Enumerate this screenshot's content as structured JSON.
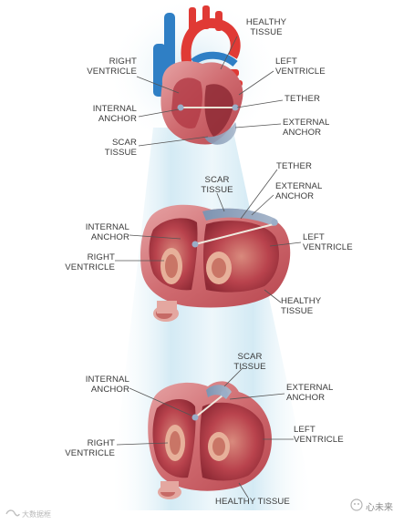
{
  "labels": {
    "top": {
      "healthy_tissue": "HEALTHY\nTISSUE",
      "right_ventricle": "RIGHT\nVENTRICLE",
      "left_ventricle": "LEFT\nVENTRICLE",
      "tether": "TETHER",
      "internal_anchor": "INTERNAL\nANCHOR",
      "external_anchor": "EXTERNAL\nANCHOR",
      "scar_tissue": "SCAR\nTISSUE"
    },
    "middle": {
      "tether": "TETHER",
      "scar_tissue": "SCAR\nTISSUE",
      "external_anchor": "EXTERNAL\nANCHOR",
      "internal_anchor": "INTERNAL\nANCHOR",
      "left_ventricle": "LEFT\nVENTRICLE",
      "right_ventricle": "RIGHT\nVENTRICLE",
      "healthy_tissue": "HEALTHY\nTISSUE"
    },
    "bottom": {
      "scar_tissue": "SCAR\nTISSUE",
      "internal_anchor": "INTERNAL\nANCHOR",
      "external_anchor": "EXTERNAL\nANCHOR",
      "left_ventricle": "LEFT\nVENTRICLE",
      "right_ventricle": "RIGHT\nVENTRICLE",
      "healthy_tissue": "HEALTHY TISSUE"
    }
  },
  "watermarks": {
    "left": "大数据框",
    "right": "心未来"
  },
  "colors": {
    "beam": "#d8edf6",
    "myocardium": "#c9575e",
    "myocardium_light": "#e39a9c",
    "cavity": "#b23a45",
    "scar": "#8fa3bd",
    "artery": "#e03a35",
    "vein": "#2f7fc5",
    "leader": "#555555"
  },
  "icons": [
    "heart-illustration",
    "cross-section-illustration",
    "watermark-logo-icon"
  ]
}
